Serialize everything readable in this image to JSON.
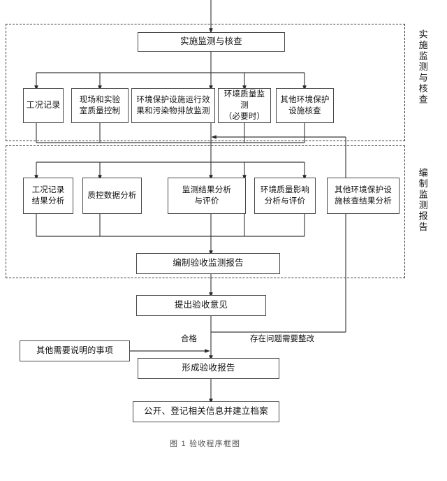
{
  "diagram": {
    "caption": "图 1 验收程序框图",
    "sections": [
      {
        "id": "section-monitoring",
        "label": "实施监测与核查"
      },
      {
        "id": "section-report",
        "label": "编制监测报告"
      }
    ],
    "nodes": {
      "implement_monitoring": "实施监测与核查",
      "work_condition_record": "工况记录",
      "site_and_lab_quality_control": "现场和实验\n室质量控制",
      "facility_effect_and_emission": "环境保护设施运行效\n果和污染物排放监测",
      "env_quality_monitoring": "环境质量监测\n（必要时）",
      "other_env_facility_check": "其他环境保护\n设施核查",
      "work_condition_result_analysis": "工况记录\n结果分析",
      "qc_data_analysis": "质控数据分析",
      "monitoring_result_analysis": "监测结果分析\n与评价",
      "env_quality_impact_analysis": "环境质量影响\n分析与评价",
      "other_facility_check_analysis": "其他环境保护设\n施核查结果分析",
      "compile_acceptance_report": "编制验收监测报告",
      "propose_acceptance_opinion": "提出验收意见",
      "other_matters_to_explain": "其他需要说明的事项",
      "form_acceptance_report": "形成验收报告",
      "publish_register_archive": "公开、登记相关信息并建立档案"
    },
    "edge_labels": {
      "qualified": "合格",
      "needs_rectification": "存在问题需要整改"
    },
    "colors": {
      "stroke": "#4a4a4a",
      "line": "#3a3a3a",
      "dashed": "#3a3a3a",
      "background": "#ffffff",
      "text": "#111111"
    }
  }
}
